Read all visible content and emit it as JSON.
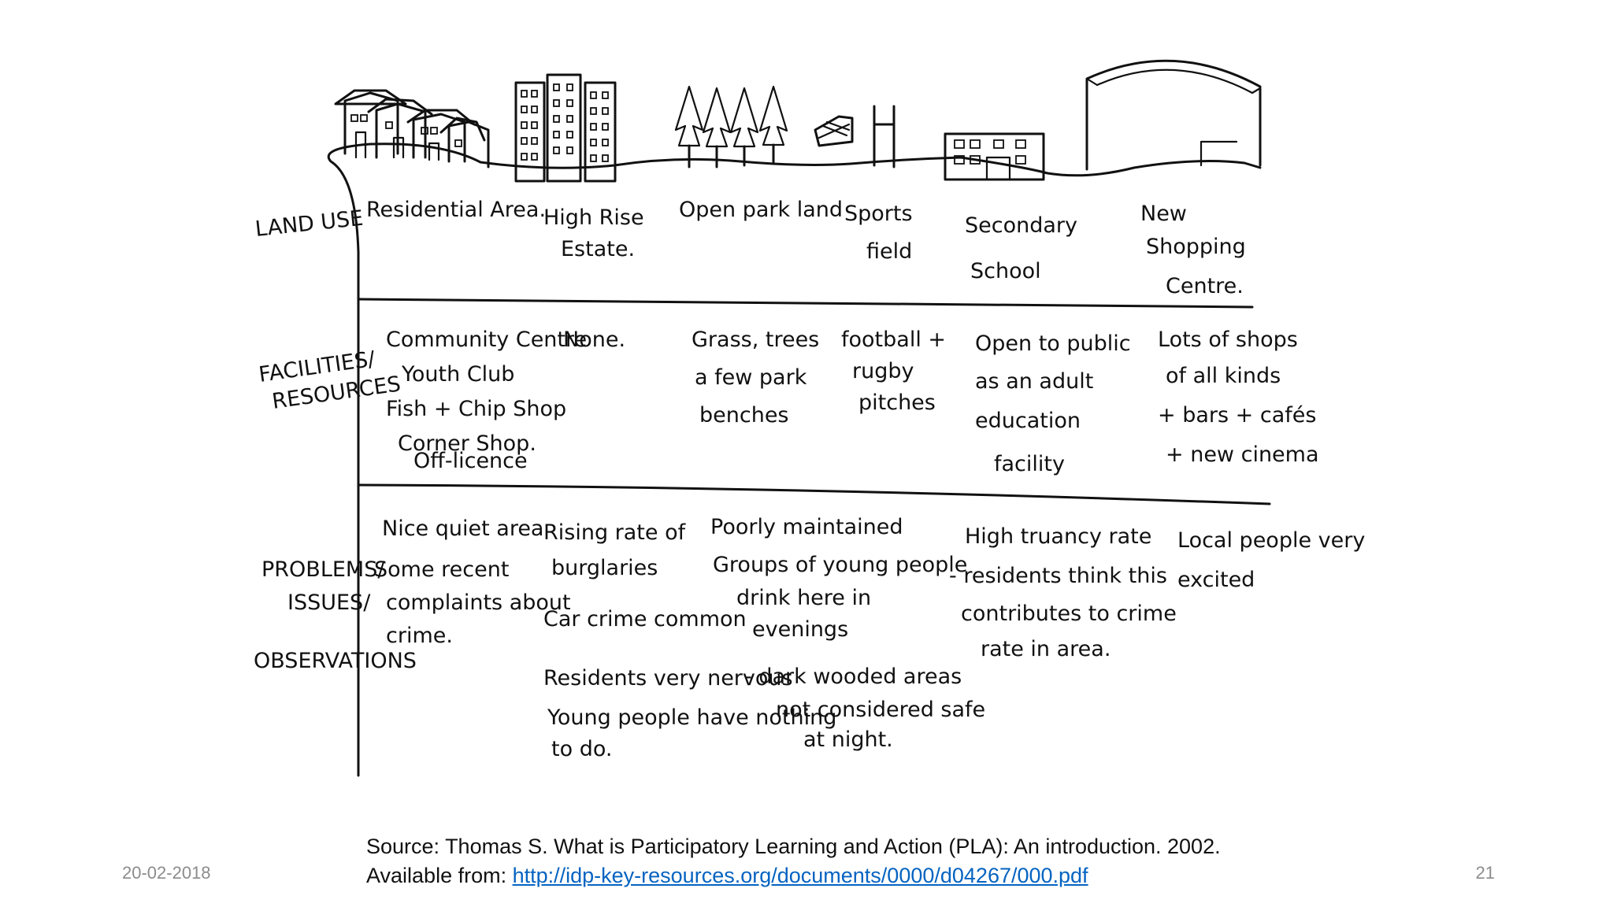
{
  "rows": [
    {
      "label_lines": [
        "LAND USE"
      ]
    },
    {
      "label_lines": [
        "FACILITIES/",
        "RESOURCES"
      ]
    },
    {
      "label_lines": [
        "PROBLEMS/",
        "ISSUES/",
        "OBSERVATIONS"
      ]
    }
  ],
  "zones": [
    {
      "land_use": [
        "Residential Area."
      ],
      "facilities": [
        "Community Centre",
        "Youth Club",
        "Fish + Chip Shop",
        "Corner Shop.",
        "Off-licence"
      ],
      "problems": [
        "Nice quiet area",
        "Some recent",
        "complaints about",
        "crime."
      ]
    },
    {
      "land_use": [
        "High Rise",
        "Estate."
      ],
      "facilities": [
        "None."
      ],
      "problems": [
        "Rising rate of",
        "burglaries",
        "Car crime common",
        "Residents very nervous",
        "Young people have nothing",
        "to do."
      ]
    },
    {
      "land_use": [
        "Open park land"
      ],
      "facilities": [
        "Grass, trees",
        "a few park",
        "benches"
      ],
      "problems": [
        "Poorly maintained",
        "Groups of young people",
        "drink here in",
        "evenings",
        "- dark wooded areas",
        "not considered safe",
        "at night."
      ]
    },
    {
      "land_use": [
        "Sports",
        "field"
      ],
      "facilities": [
        "football +",
        "rugby",
        "pitches"
      ],
      "problems": []
    },
    {
      "land_use": [
        "Secondary",
        "School"
      ],
      "facilities": [
        "Open to public",
        "as an adult",
        "education",
        "facility"
      ],
      "problems": [
        "High truancy rate",
        "- residents think this",
        "contributes to crime",
        "rate in area."
      ]
    },
    {
      "land_use": [
        "New",
        "Shopping",
        "Centre."
      ],
      "facilities": [
        "Lots of shops",
        "of all kinds",
        "+ bars + cafés",
        "+ new cinema"
      ],
      "problems": [
        "Local people very",
        "excited"
      ]
    }
  ],
  "footer": {
    "date": "20-02-2018",
    "page_number": "21",
    "source_line1": "Source: Thomas S. What is Participatory Learning and Action (PLA): An introduction. 2002.",
    "source_prefix": "Available from: ",
    "source_link": "http://idp-key-resources.org/documents/0000/d04267/000.pdf"
  }
}
